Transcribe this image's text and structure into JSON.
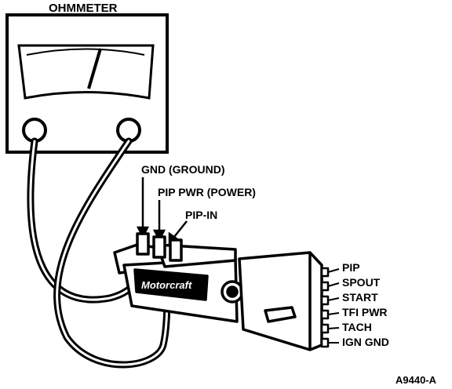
{
  "meter": {
    "title": "OHMMETER"
  },
  "probe_labels": {
    "gnd": "GND (GROUND)",
    "pip_pwr": "PIP PWR (POWER)",
    "pip_in": "PIP-IN"
  },
  "module": {
    "brand": "Motorcraft"
  },
  "connector_pins": [
    "PIP",
    "SPOUT",
    "START",
    "TFI PWR",
    "TACH",
    "IGN GND"
  ],
  "figure_id": "A9440-A"
}
